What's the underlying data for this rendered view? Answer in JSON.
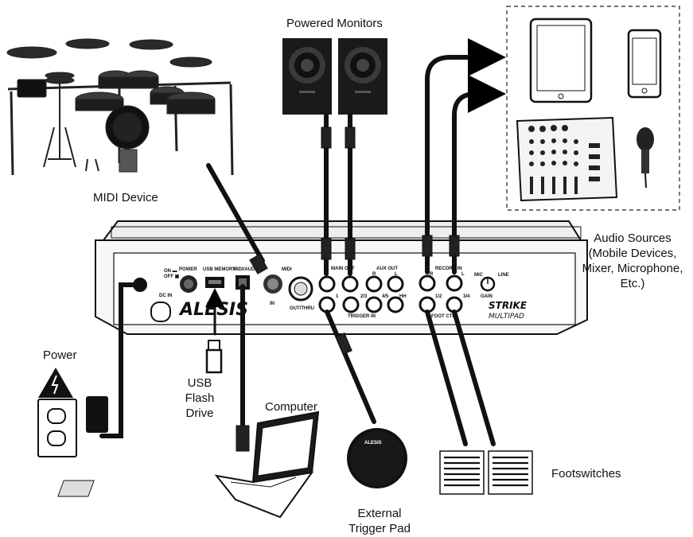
{
  "labels": {
    "midi_device": "MIDI Device",
    "powered_monitors": "Powered Monitors",
    "audio_sources": [
      "Audio Sources",
      "(Mobile Devices,",
      "Mixer, Microphone,",
      "Etc.)"
    ],
    "power": "Power",
    "usb_flash_drive": [
      "USB",
      "Flash",
      "Drive"
    ],
    "computer": "Computer",
    "external_trigger_pad": [
      "External",
      "Trigger Pad"
    ],
    "footswitches": "Footswitches"
  },
  "panel": {
    "brand": "ALESIS",
    "product": [
      "STRIKE",
      "MULTIPAD"
    ],
    "pad_brand": "ALESIS",
    "jacks": {
      "dc_in": "DC IN",
      "on_off": [
        "ON ▬",
        "OFF ▣"
      ],
      "power": "POWER",
      "usb_memory": "USB MEMORY",
      "midi_audio": "MIDI/AUDIO",
      "midi": "MIDI",
      "midi_in": "IN",
      "midi_out": "OUT/THRU",
      "main_out": "MAIN OUT",
      "aux_out": "AUX OUT",
      "trigger_in": "TRIGGER IN",
      "record_in": "RECORD IN",
      "foot_ctrl": "FOOT CTRL",
      "mic": "MIC",
      "line": "LINE",
      "gain": "GAIN",
      "r": "R",
      "l": "L",
      "t1": "1",
      "t23": "2/3",
      "t45": "4/5",
      "hh": "HH",
      "f12": "1/2",
      "f34": "3/4"
    }
  }
}
